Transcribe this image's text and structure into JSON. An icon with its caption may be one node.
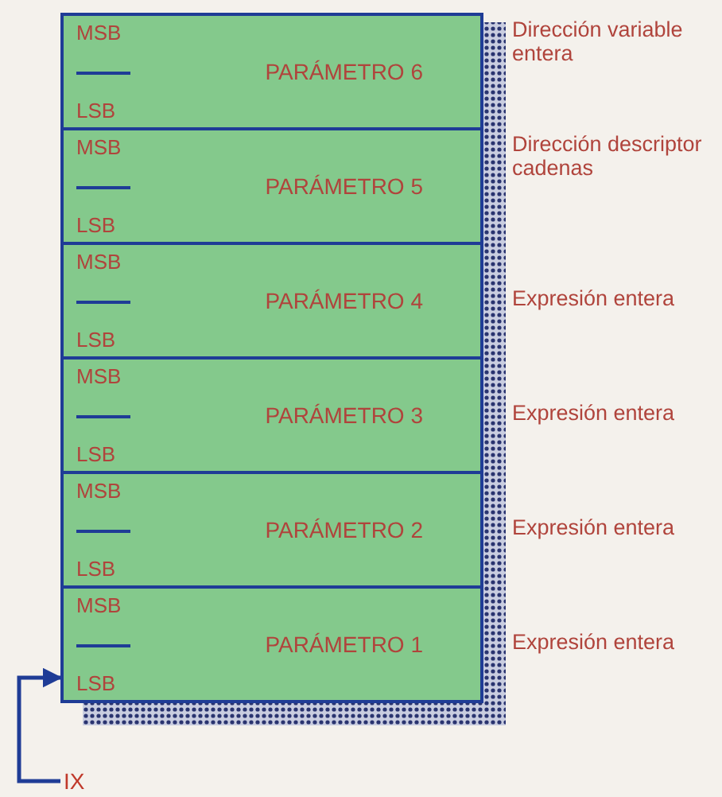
{
  "diagram": {
    "nodes": [
      {
        "text": [
          "MSB",
          "PARÁMETRO 6",
          "LSB"
        ],
        "beside": [
          "Dirección variable entera"
        ]
      },
      {
        "text": [
          "MSB",
          "PARÁMETRO 5",
          "LSB"
        ],
        "beside": [
          "Dirección descriptor cadenas"
        ]
      },
      {
        "text": [
          "MSB",
          "PARÁMETRO 4",
          "LSB"
        ],
        "beside": [
          "Expresión entera"
        ]
      },
      {
        "text": [
          "MSB",
          "PARÁMETRO 3",
          "LSB"
        ],
        "beside": [
          "Expresión entera"
        ]
      },
      {
        "text": [
          "MSB",
          "PARÁMETRO 2",
          "LSB"
        ],
        "beside": [
          "Expresión entera"
        ]
      },
      {
        "text": [
          "MSB",
          "PARÁMETRO 1",
          "LSB"
        ],
        "beside": [
          "Expresión entera"
        ]
      },
      {
        "text": [
          "IX"
        ]
      }
    ],
    "edges": [
      {
        "from": 6,
        "to": 5,
        "arrow": "to"
      }
    ]
  }
}
